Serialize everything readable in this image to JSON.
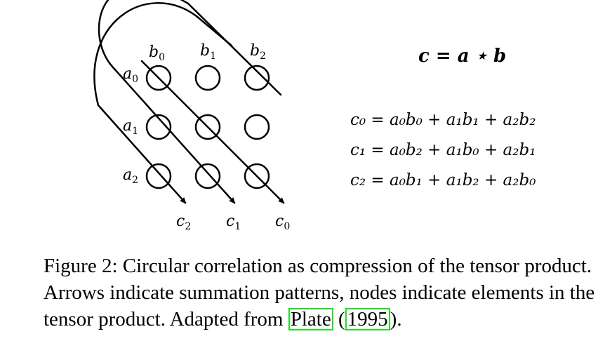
{
  "diagram": {
    "col_labels": [
      {
        "base": "b",
        "sub": "0"
      },
      {
        "base": "b",
        "sub": "1"
      },
      {
        "base": "b",
        "sub": "2"
      }
    ],
    "row_labels": [
      {
        "base": "a",
        "sub": "0"
      },
      {
        "base": "a",
        "sub": "1"
      },
      {
        "base": "a",
        "sub": "2"
      }
    ],
    "out_labels": [
      {
        "base": "c",
        "sub": "2"
      },
      {
        "base": "c",
        "sub": "1"
      },
      {
        "base": "c",
        "sub": "0"
      }
    ]
  },
  "equations": {
    "main": "c = a ⋆ b",
    "lines": [
      "c₀ = a₀b₀ + a₁b₁ + a₂b₂",
      "c₁ = a₀b₂ + a₁b₀ + a₂b₁",
      "c₂ = a₀b₁ + a₁b₂ + a₂b₀"
    ]
  },
  "caption": {
    "prefix": "Figure 2: Circular correlation as compression of the tensor product. Arrows indicate summation patterns, nodes indicate elements in the tensor product. Adapted from ",
    "cite_author": "Plate",
    "cite_open": " (",
    "cite_year": "1995",
    "cite_close": ")."
  }
}
